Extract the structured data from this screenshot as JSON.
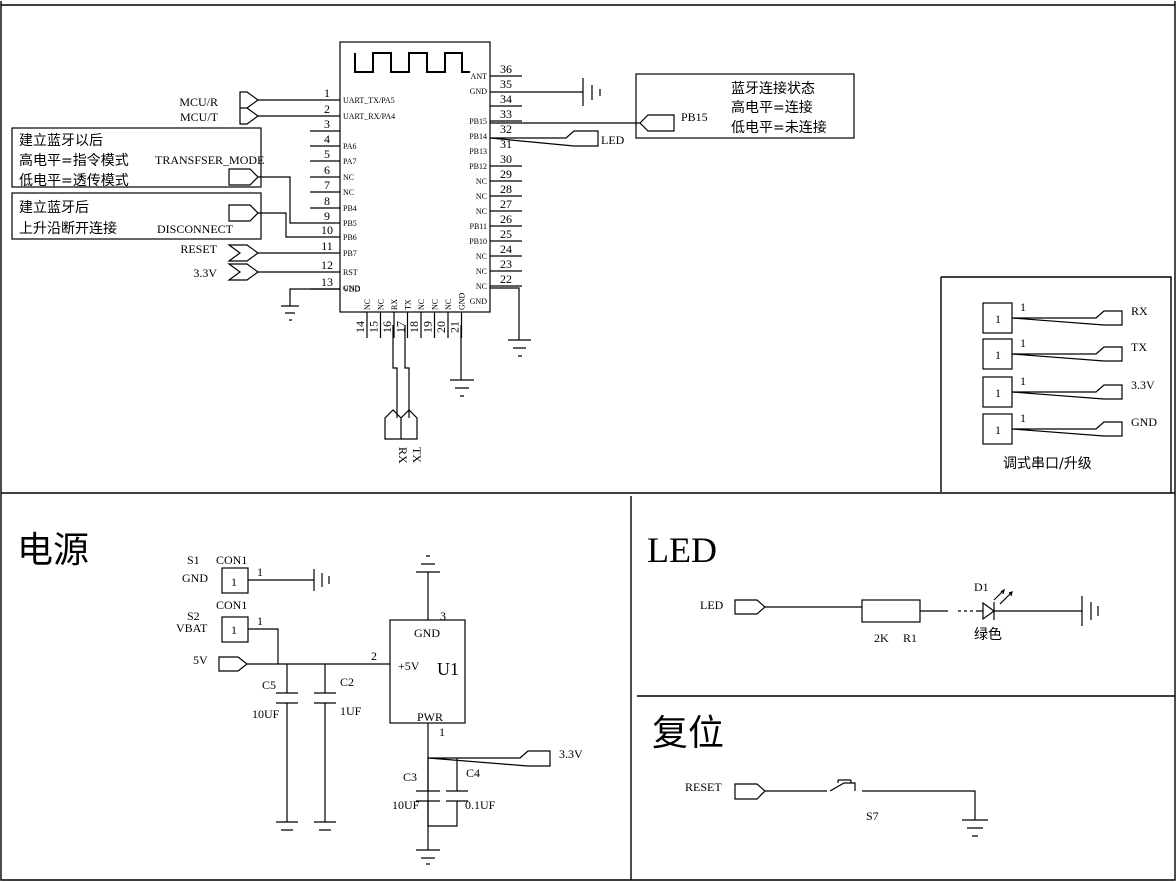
{
  "module": {
    "left_pins": [
      {
        "num": "1",
        "name": "UART_TX/PA5",
        "net": "MCU/R"
      },
      {
        "num": "2",
        "name": "UART_RX/PA4",
        "net": "MCU/T"
      },
      {
        "num": "3",
        "name": "",
        "net": ""
      },
      {
        "num": "4",
        "name": "PA6",
        "net": ""
      },
      {
        "num": "5",
        "name": "PA7",
        "net": ""
      },
      {
        "num": "6",
        "name": "NC",
        "net": ""
      },
      {
        "num": "7",
        "name": "NC",
        "net": ""
      },
      {
        "num": "8",
        "name": "PB4",
        "net": ""
      },
      {
        "num": "9",
        "name": "PB5",
        "net": ""
      },
      {
        "num": "10",
        "name": "PB6",
        "net": ""
      },
      {
        "num": "11",
        "name": "PB7",
        "net": "RESET"
      },
      {
        "num": "12",
        "name": "RST",
        "net": "3.3V"
      },
      {
        "num": "13",
        "name": "VDD",
        "net": ""
      },
      {
        "num": "",
        "name": "GND",
        "net": ""
      }
    ],
    "right_pins": [
      {
        "num": "36",
        "name": "ANT"
      },
      {
        "num": "35",
        "name": "GND"
      },
      {
        "num": "34",
        "name": ""
      },
      {
        "num": "33",
        "name": "PB15"
      },
      {
        "num": "32",
        "name": "PB14"
      },
      {
        "num": "31",
        "name": "PB13"
      },
      {
        "num": "30",
        "name": "PB12"
      },
      {
        "num": "29",
        "name": "NC"
      },
      {
        "num": "28",
        "name": "NC"
      },
      {
        "num": "27",
        "name": "NC"
      },
      {
        "num": "26",
        "name": "PB11"
      },
      {
        "num": "25",
        "name": "PB10"
      },
      {
        "num": "24",
        "name": "NC"
      },
      {
        "num": "23",
        "name": "NC"
      },
      {
        "num": "22",
        "name": "NC"
      },
      {
        "num": "",
        "name": "GND"
      }
    ],
    "bottom_pins": [
      {
        "num": "14",
        "name": "NC"
      },
      {
        "num": "15",
        "name": "NC"
      },
      {
        "num": "16",
        "name": "RX"
      },
      {
        "num": "17",
        "name": "TX"
      },
      {
        "num": "18",
        "name": "NC"
      },
      {
        "num": "19",
        "name": "NC"
      },
      {
        "num": "20",
        "name": "NC"
      },
      {
        "num": "21",
        "name": "GND"
      }
    ],
    "bottom_nets": [
      "RX",
      "TX"
    ],
    "transfer_note": [
      "建立蓝牙以后",
      "高电平=指令模式",
      "低电平=透传模式"
    ],
    "transfer_net": "TRANSFSER_MODE",
    "disconnect_note": [
      "建立蓝牙后",
      "上升沿断开连接"
    ],
    "disconnect_net": "DISCONNECT",
    "status_note": [
      "蓝牙连接状态",
      "高电平=连接",
      "低电平=未连接"
    ],
    "status_net": "PB15",
    "led_net": "LED"
  },
  "debug_port": {
    "pins": [
      {
        "box": "1",
        "num": "1",
        "net": "RX"
      },
      {
        "box": "1",
        "num": "1",
        "net": "TX"
      },
      {
        "box": "1",
        "num": "1",
        "net": "3.3V"
      },
      {
        "box": "1",
        "num": "1",
        "net": "GND"
      }
    ],
    "caption": "调式串口/升级"
  },
  "power": {
    "title": "电源",
    "s1": {
      "ref": "S1",
      "type": "CON1",
      "net": "GND",
      "box": "1",
      "pin": "1"
    },
    "s2": {
      "ref": "S2",
      "type": "CON1",
      "net": "VBAT",
      "box": "1",
      "pin": "1"
    },
    "input_net": "5V",
    "c5": {
      "ref": "C5",
      "value": "10UF"
    },
    "c2": {
      "ref": "C2",
      "value": "1UF"
    },
    "c3": {
      "ref": "C3",
      "value": "10UF"
    },
    "c4": {
      "ref": "C4",
      "value": "0.1UF"
    },
    "u1": {
      "ref": "U1",
      "pin_gnd": "GND",
      "pin_in": "+5V",
      "pin_out": "PWR",
      "pin3": "3",
      "pin2": "2",
      "pin1": "1"
    },
    "output_net": "3.3V"
  },
  "led": {
    "title": "LED",
    "net": "LED",
    "resistor": {
      "value": "2K",
      "ref": "R1"
    },
    "diode": {
      "ref": "D1",
      "color": "绿色"
    }
  },
  "reset": {
    "title": "复位",
    "net": "RESET",
    "switch": "S7"
  }
}
